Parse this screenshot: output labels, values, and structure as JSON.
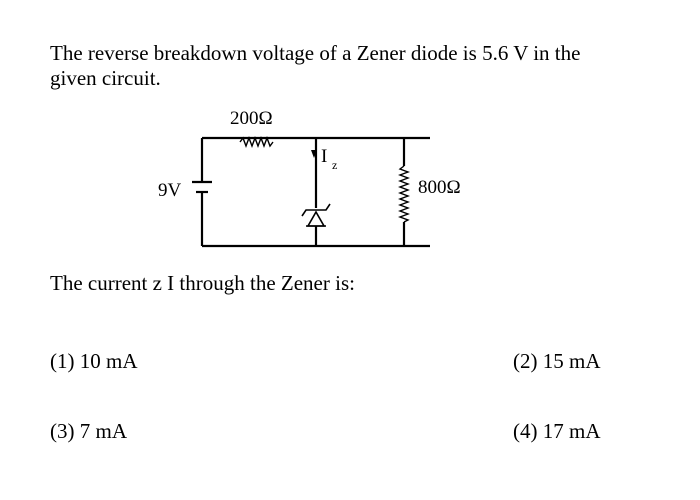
{
  "question": {
    "line1": "The reverse breakdown voltage of a Zener diode is 5.6 V in the",
    "line2": "given circuit."
  },
  "circuit": {
    "series_resistor_label": "200Ω",
    "load_resistor_label": "800Ω",
    "battery_label": "9V",
    "current_label": "I",
    "current_subscript": "z"
  },
  "prompt": "The current z I through the Zener is:",
  "options": [
    {
      "label": "(1) 10 mA"
    },
    {
      "label": "(2) 15 mA"
    },
    {
      "label": "(3)  7 mA"
    },
    {
      "label": "(4) 17 mA"
    }
  ]
}
